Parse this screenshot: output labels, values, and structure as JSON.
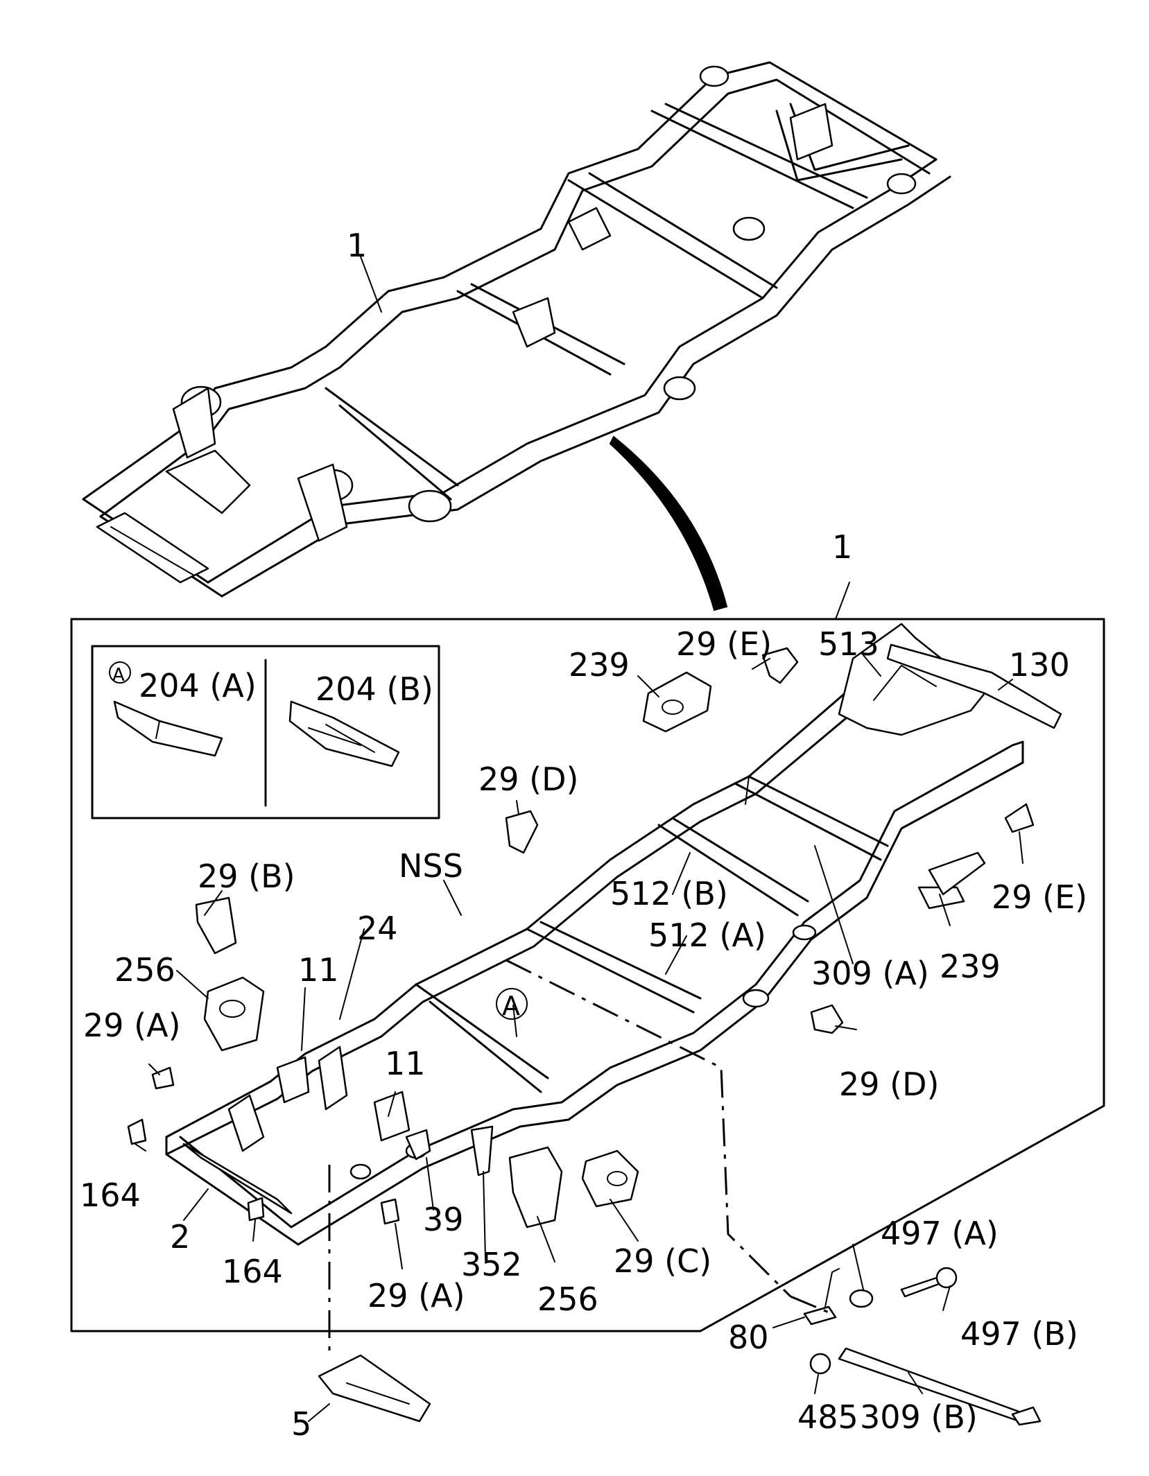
{
  "labels": {
    "frame_top": "1",
    "frame_box": "1",
    "inset_marker": "A",
    "inset_a": "204 (A)",
    "inset_b": "204 (B)",
    "l239_top": "239",
    "l29e_top": "29 (E)",
    "l513": "513",
    "l130": "130",
    "l29d_top": "29 (D)",
    "l29b": "29 (B)",
    "lnss": "NSS",
    "l512b": "512 (B)",
    "l512a": "512 (A)",
    "l29e_right": "29 (E)",
    "l239_right": "239",
    "l309a": "309 (A)",
    "l256_left": "256",
    "l29a_left": "29 (A)",
    "l24": "24",
    "l11_left": "11",
    "l11_mid": "11",
    "marker_a_frame": "A",
    "l29d_bottom": "29 (D)",
    "l164_left": "164",
    "l2": "2",
    "l164_bottom": "164",
    "l39": "39",
    "l352": "352",
    "l256_bottom": "256",
    "l29c": "29 (C)",
    "l29a_bottom": "29 (A)",
    "l497a": "497 (A)",
    "l497b": "497 (B)",
    "l80": "80",
    "l485": "485",
    "l309b": "309 (B)",
    "l5": "5"
  }
}
